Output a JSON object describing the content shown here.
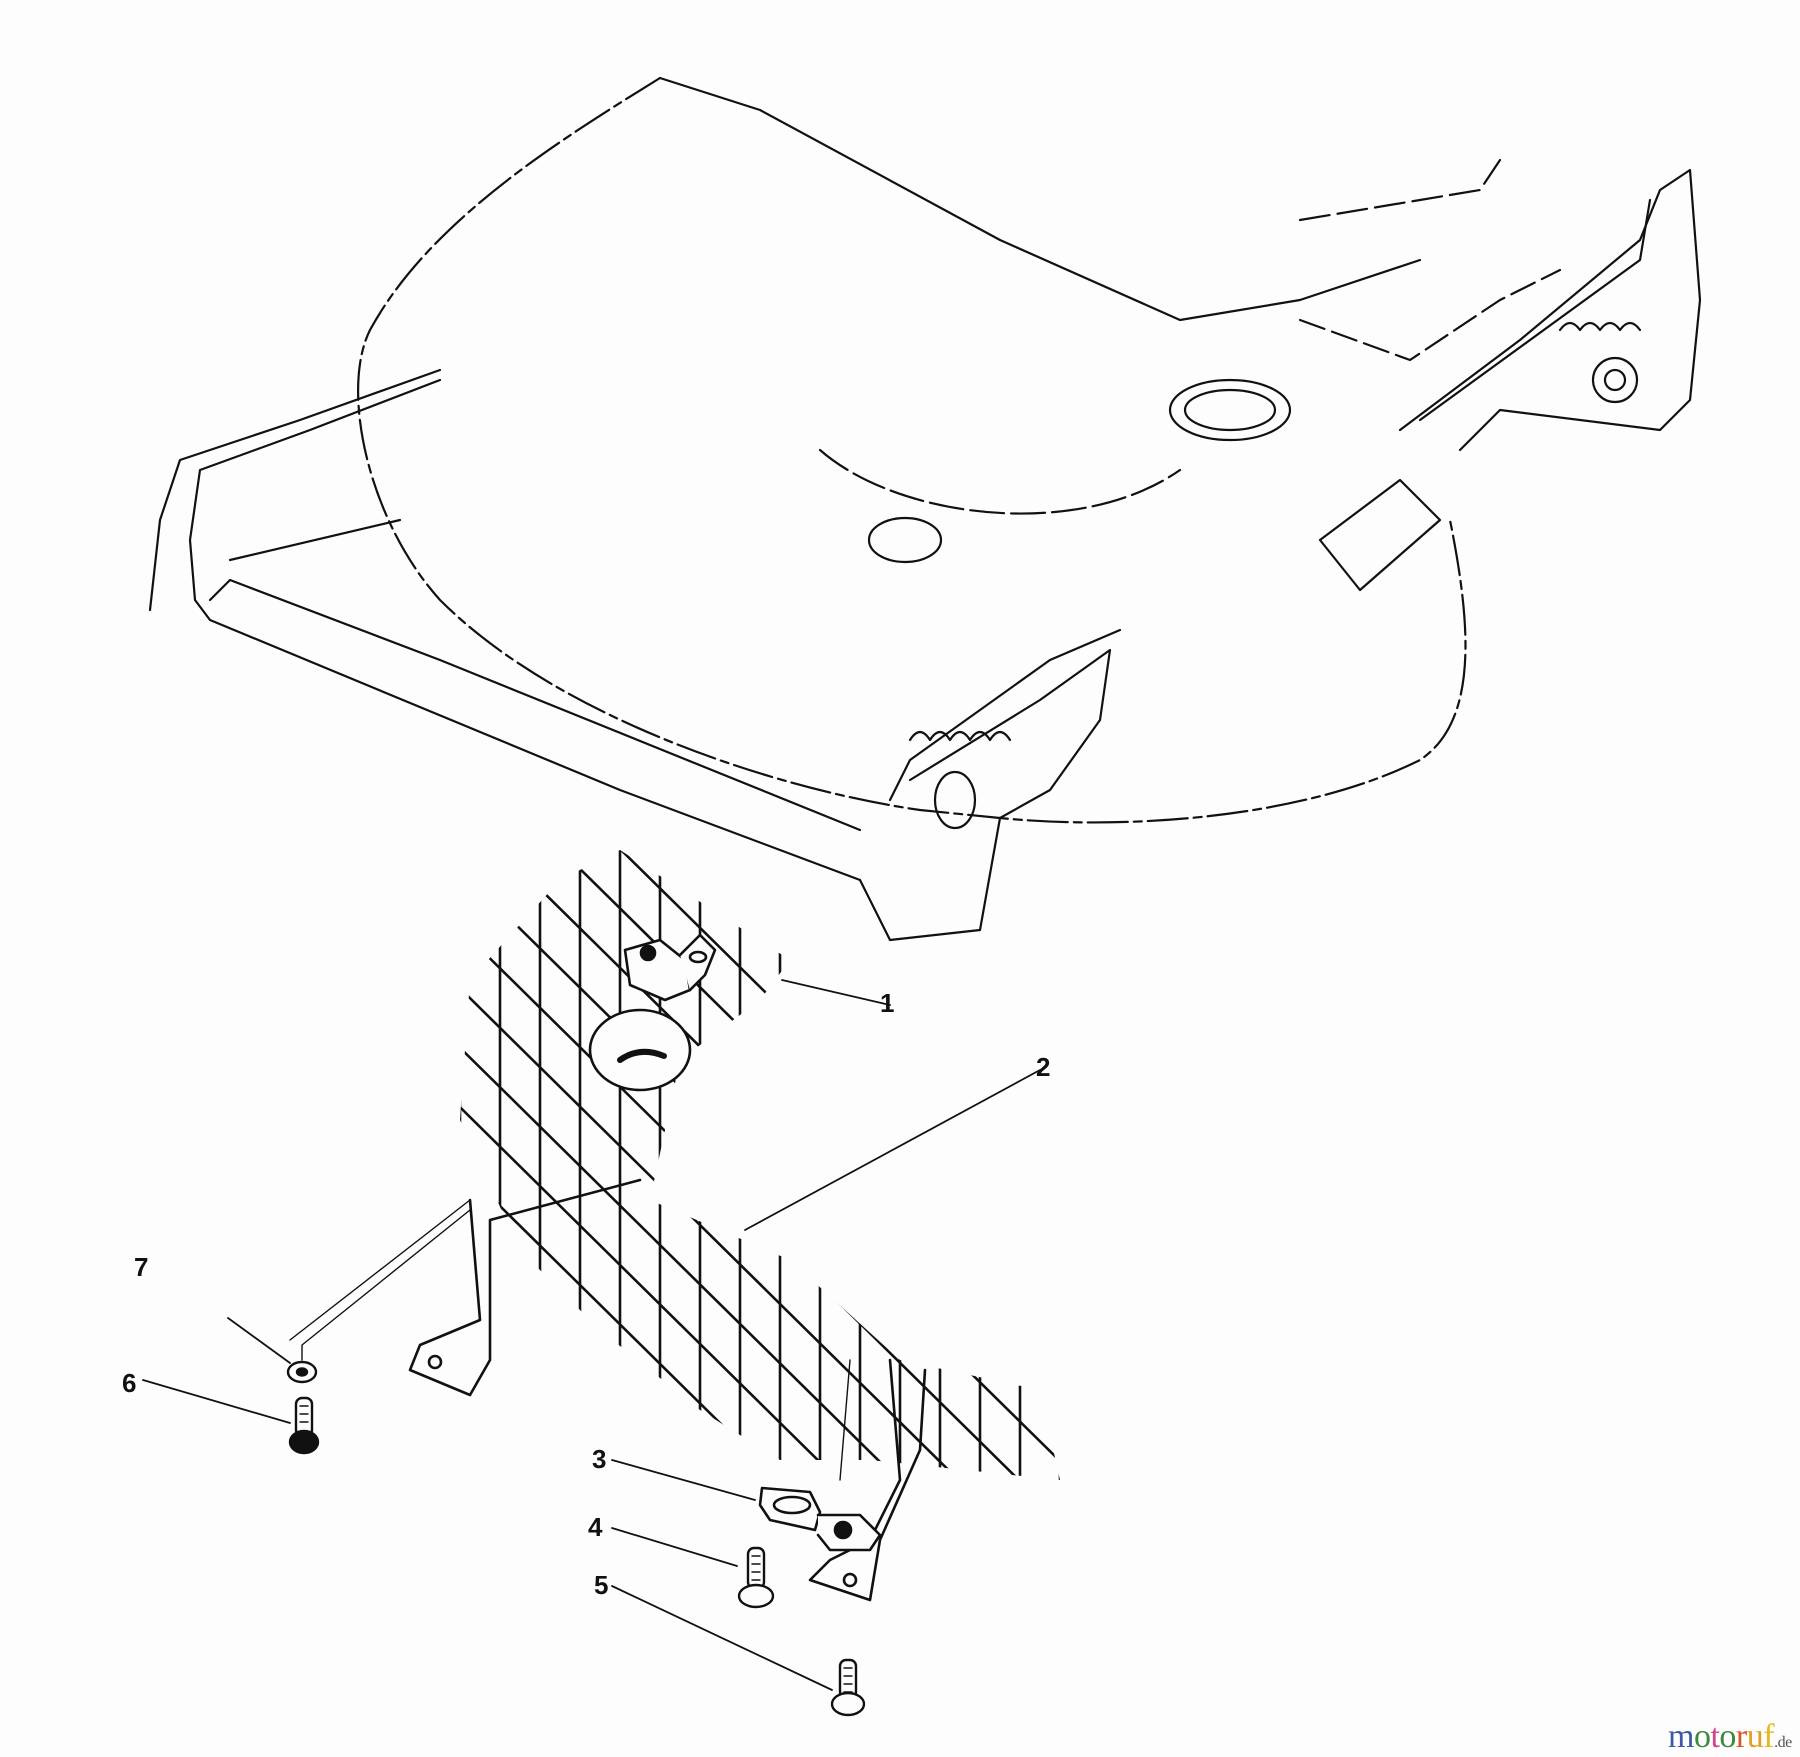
{
  "diagram": {
    "type": "exploded-parts-diagram",
    "subject": "lawn mower deck with mesh leaf shield assembly",
    "callouts": [
      {
        "label": "1",
        "part": "bracket (upper)"
      },
      {
        "label": "2",
        "part": "mesh leaf shield"
      },
      {
        "label": "3",
        "part": "bracket (lower)"
      },
      {
        "label": "4",
        "part": "screw / bolt"
      },
      {
        "label": "5",
        "part": "screw / bolt"
      },
      {
        "label": "6",
        "part": "screw / bolt"
      },
      {
        "label": "7",
        "part": "washer"
      }
    ]
  },
  "watermark": {
    "letters": [
      {
        "ch": "m",
        "color": "#3b5aa8"
      },
      {
        "ch": "o",
        "color": "#3b8a3b"
      },
      {
        "ch": "t",
        "color": "#d2448c"
      },
      {
        "ch": "o",
        "color": "#3b8a3b"
      },
      {
        "ch": "r",
        "color": "#d9542b"
      },
      {
        "ch": "u",
        "color": "#e0a020"
      },
      {
        "ch": "f",
        "color": "#e6b820"
      }
    ],
    "domain": ".de"
  }
}
